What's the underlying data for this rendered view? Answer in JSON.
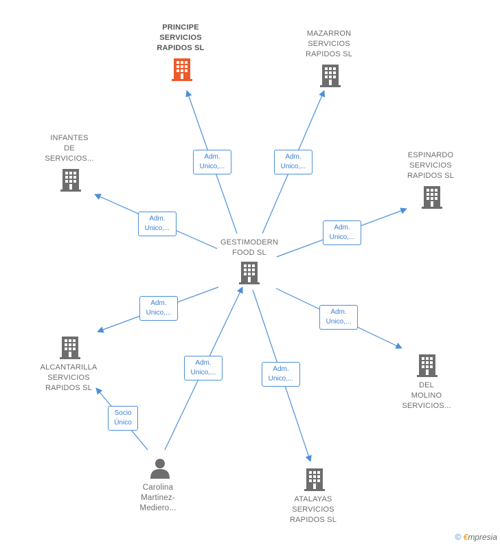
{
  "colors": {
    "edge": "#4a8fd8",
    "node_gray": "#6d6d6d",
    "node_highlight": "#ee5a2a",
    "label_text": "#6d6d6d",
    "edge_label_text": "#3b7fd0"
  },
  "nodes": [
    {
      "id": "center",
      "kind": "building",
      "color": "gray",
      "lines": [
        "GESTIMODERN",
        "FOOD  SL"
      ]
    },
    {
      "id": "principe",
      "kind": "building",
      "color": "highlight",
      "lines": [
        "PRINCIPE",
        "SERVICIOS",
        "RAPIDOS  SL"
      ]
    },
    {
      "id": "mazarron",
      "kind": "building",
      "color": "gray",
      "lines": [
        "MAZARRON",
        "SERVICIOS",
        "RAPIDOS  SL"
      ]
    },
    {
      "id": "infantes",
      "kind": "building",
      "color": "gray",
      "lines": [
        "INFANTES",
        "DE",
        "SERVICIOS..."
      ]
    },
    {
      "id": "espinardo",
      "kind": "building",
      "color": "gray",
      "lines": [
        "ESPINARDO",
        "SERVICIOS",
        "RAPIDOS  SL"
      ]
    },
    {
      "id": "alcantarilla",
      "kind": "building",
      "color": "gray",
      "lines": [
        "ALCANTARILLA",
        "SERVICIOS",
        "RAPIDOS SL"
      ]
    },
    {
      "id": "delmolino",
      "kind": "building",
      "color": "gray",
      "lines": [
        "DEL",
        "MOLINO",
        "SERVICIOS..."
      ]
    },
    {
      "id": "atalayas",
      "kind": "building",
      "color": "gray",
      "lines": [
        "ATALAYAS",
        "SERVICIOS",
        "RAPIDOS  SL"
      ]
    },
    {
      "id": "carolina",
      "kind": "person",
      "color": "gray",
      "lines": [
        "Carolina",
        "Martinez-",
        "Mediero..."
      ]
    }
  ],
  "edges": [
    {
      "id": "e-principe",
      "lines": [
        "Adm.",
        "Unico,..."
      ]
    },
    {
      "id": "e-mazarron",
      "lines": [
        "Adm.",
        "Unico,..."
      ]
    },
    {
      "id": "e-infantes",
      "lines": [
        "Adm.",
        "Unico,..."
      ]
    },
    {
      "id": "e-espinardo",
      "lines": [
        "Adm.",
        "Unico,..."
      ]
    },
    {
      "id": "e-alcantarilla",
      "lines": [
        "Adm.",
        "Unico,..."
      ]
    },
    {
      "id": "e-delmolino",
      "lines": [
        "Adm.",
        "Unico,..."
      ]
    },
    {
      "id": "e-carolina-center",
      "lines": [
        "Adm.",
        "Unico,..."
      ]
    },
    {
      "id": "e-atalayas",
      "lines": [
        "Adm.",
        "Unico,..."
      ]
    },
    {
      "id": "e-carolina-alcantarilla",
      "lines": [
        "Socio",
        "Único"
      ]
    }
  ],
  "footer": {
    "copyright": "©",
    "brand_first": "€",
    "brand_rest": "mpresia"
  }
}
